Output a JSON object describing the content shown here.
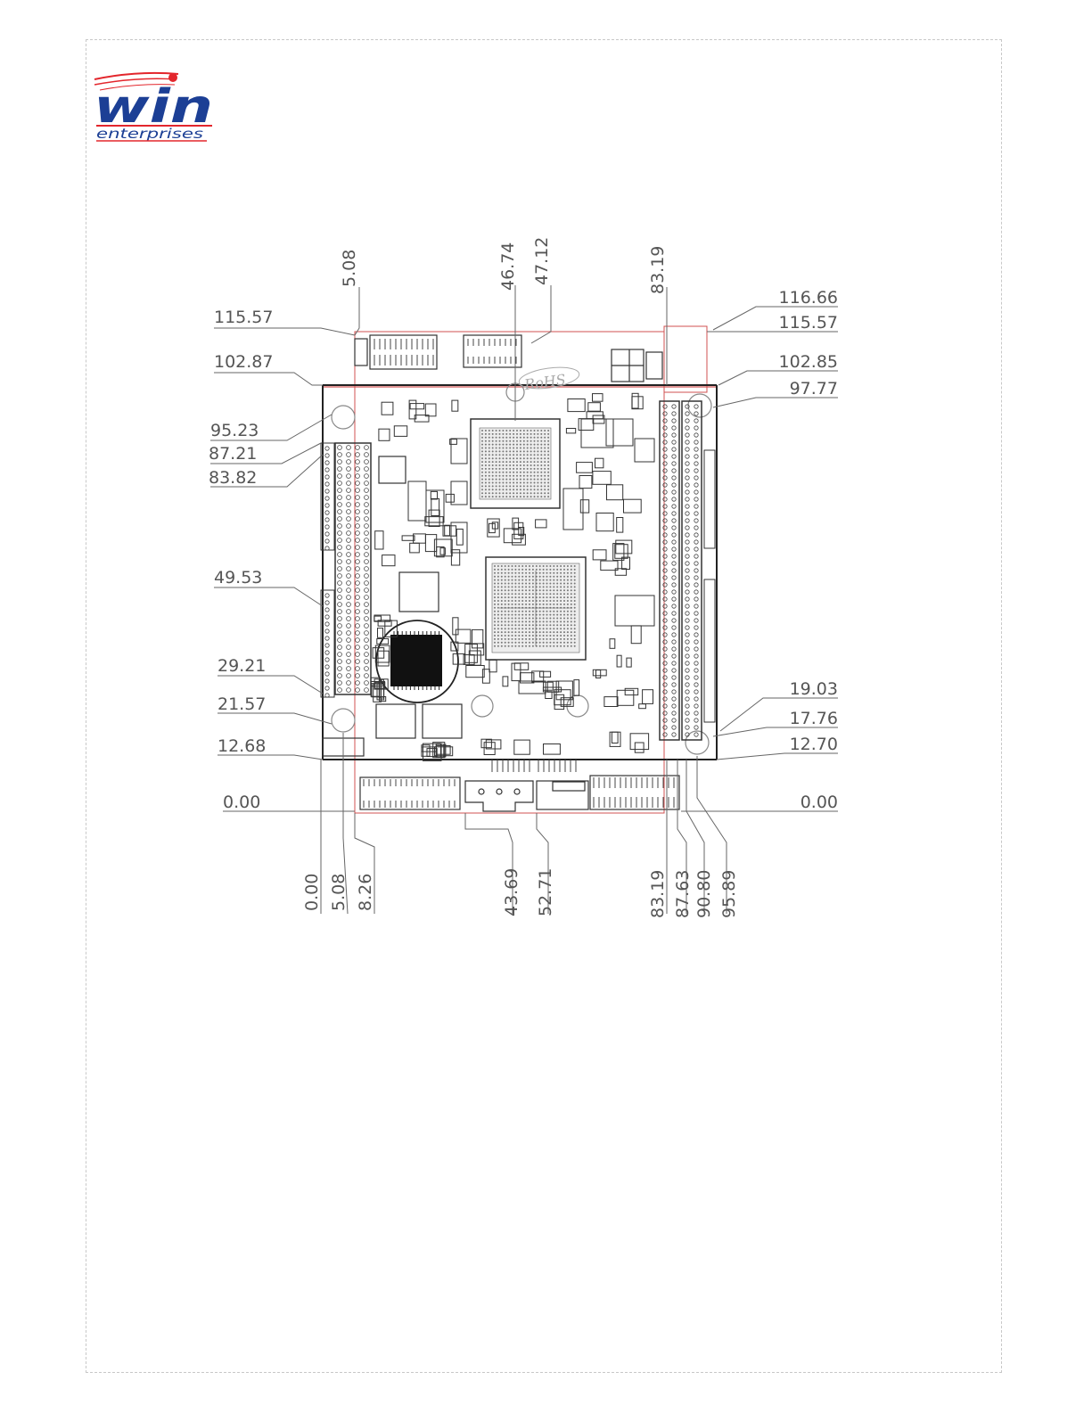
{
  "logo": {
    "word": "win",
    "tagline": "enterprises",
    "colors": {
      "blue": "#1c3f95",
      "red": "#e3262c"
    }
  },
  "diagram": {
    "left_dims": [
      "115.57",
      "102.87",
      "95.23",
      "87.21",
      "83.82",
      "49.53",
      "29.21",
      "21.57",
      "12.68",
      "0.00"
    ],
    "right_dims": [
      "116.66",
      "115.57",
      "102.85",
      "97.77",
      "19.03",
      "17.76",
      "12.70",
      "0.00"
    ],
    "top_dims": [
      "5.08",
      "46.74",
      "47.12",
      "83.19"
    ],
    "bottom_dims": [
      "0.00",
      "5.08",
      "8.26",
      "43.69",
      "52.71",
      "83.19",
      "87.63",
      "90.80",
      "95.89"
    ],
    "badge": "RoHS"
  }
}
